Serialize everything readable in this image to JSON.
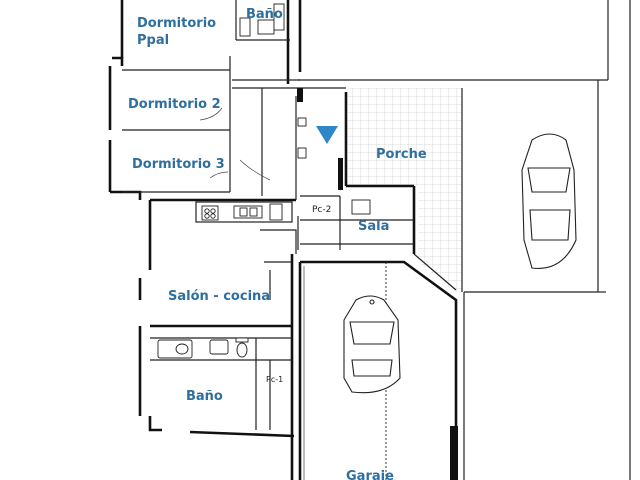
{
  "rooms": {
    "dormitorio_ppal_line1": "Dormitorio",
    "dormitorio_ppal_line2": "Ppal",
    "bano_top": "Baño",
    "dormitorio_2": "Dormitorio 2",
    "dormitorio_3": "Dormitorio 3",
    "porche": "Porche",
    "sala": "Sala",
    "salon_cocina": "Salón - cocina",
    "bano_bottom": "Baño",
    "garaje": "Garaje"
  },
  "markers": {
    "pc2": "Pc-2",
    "pc1": "Pc-1"
  },
  "colors": {
    "label": "#2f6f9f",
    "entry_marker": "#2f87c8",
    "tile_grid": "#cfcfcf",
    "wall": "#111111"
  },
  "icons": {
    "entry_marker": "triangle-down-icon"
  }
}
